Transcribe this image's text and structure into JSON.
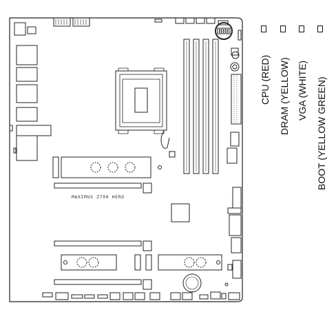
{
  "board": {
    "model_label": "MAXIMUS Z790 HERO",
    "outline_color": "#222222",
    "highlight_color": "#000000"
  },
  "led_legend": [
    {
      "label": "CPU (RED)",
      "color_name": "red"
    },
    {
      "label": "DRAM (YELLOW)",
      "color_name": "yellow"
    },
    {
      "label": "VGA (WHITE)",
      "color_name": "white"
    },
    {
      "label": "BOOT (YELLOW GREEN)",
      "color_name": "yellow-green"
    }
  ]
}
